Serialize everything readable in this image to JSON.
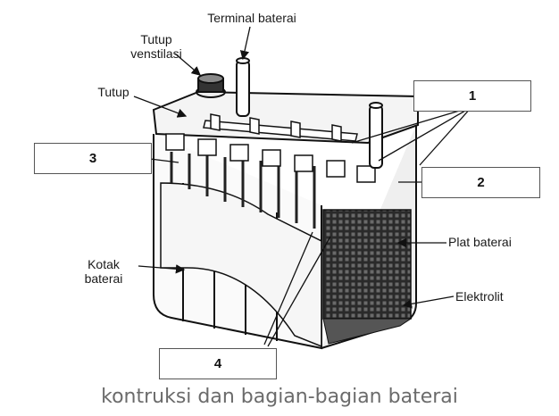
{
  "labels": {
    "terminal": "Terminal baterai",
    "vent_line1": "Tutup",
    "vent_line2": "venstilasi",
    "cover": "Tutup",
    "case_line1": "Kotak",
    "case_line2": "baterai",
    "plate": "Plat baterai",
    "electrolyte": "Elektrolit"
  },
  "answer_boxes": {
    "box1": "1",
    "box2": "2",
    "box3": "3",
    "box4": "4"
  },
  "caption": "kontruksi dan bagian-bagian baterai"
}
